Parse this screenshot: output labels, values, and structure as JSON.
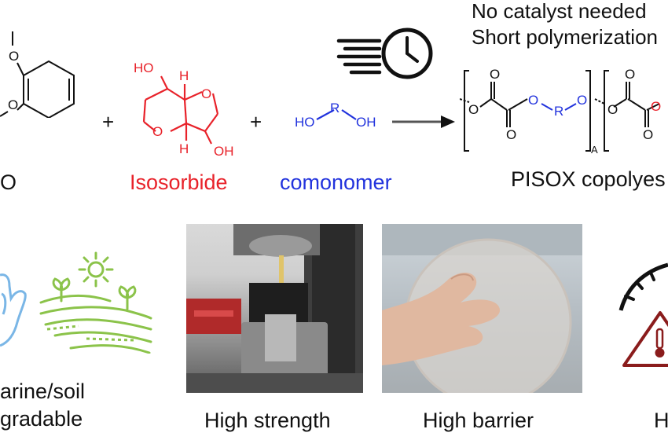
{
  "notes": {
    "line1": "No catalyst needed",
    "line2": "Short polymerization"
  },
  "reaction": {
    "reactant1_label": "O",
    "plus1": "+",
    "plus2": "+",
    "isosorbide_label": "Isosorbide",
    "comonomer_label": "comonomer",
    "product_label": "PISOX copolyes",
    "isosorbide_atoms": {
      "ho": "HO",
      "h_top": "H",
      "o_right": "O",
      "o_left": "O",
      "h_bottom": "H",
      "oh": "OH"
    },
    "comonomer_atoms": {
      "ho": "HO",
      "r": "R",
      "oh": "OH"
    },
    "polymer_atoms": {
      "o1": "O",
      "o2": "O",
      "o3": "O",
      "o4": "O",
      "r": "R",
      "o5": "O",
      "o6": "O",
      "o7": "O",
      "o8": "O",
      "sub_a": "A"
    },
    "reactant1_atoms": {
      "o_top": "O",
      "o_bottom": "O"
    },
    "colors": {
      "isosorbide": "#e8222a",
      "comonomer": "#2233dd",
      "text": "#111111"
    }
  },
  "features": {
    "biodegradable_line1": "arine/soil",
    "biodegradable_line2": "gradable",
    "strength": "High strength",
    "barrier": "High barrier",
    "heat": "H"
  },
  "icons": {
    "clock": "clock-icon",
    "hand": "hand-icon",
    "sun": "sun-icon",
    "plants": "sprout-icon",
    "gauge": "gauge-icon",
    "warning": "thermometer-warning-icon"
  }
}
